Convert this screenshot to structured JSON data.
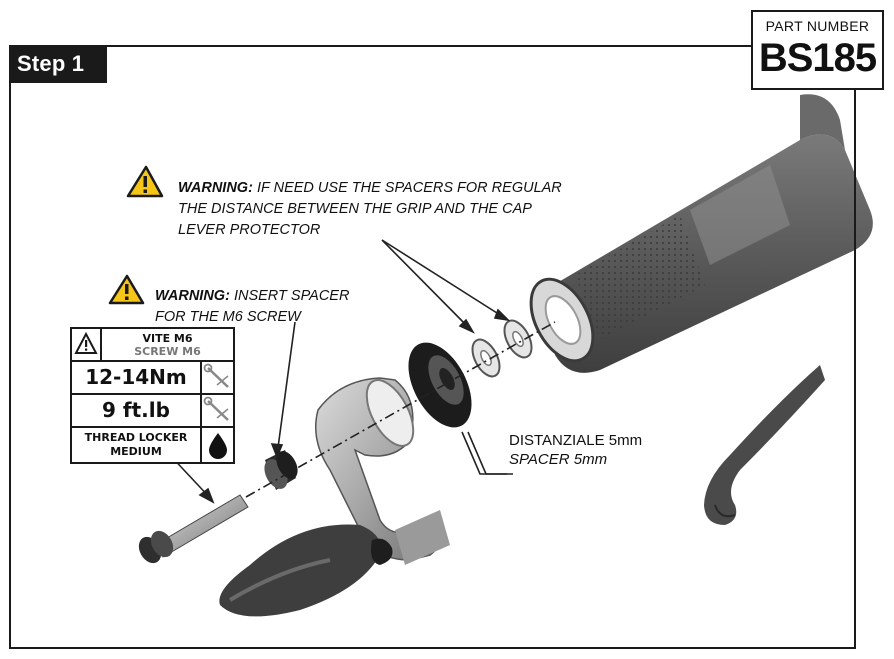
{
  "step": {
    "label": "Step 1"
  },
  "part": {
    "title": "PART NUMBER",
    "code": "BS185"
  },
  "warnings": [
    {
      "keyword": "WARNING:",
      "lines": [
        "IF NEED USE THE SPACERS FOR REGULAR",
        "THE DISTANCE BETWEEN THE GRIP AND THE CAP",
        "LEVER PROTECTOR"
      ]
    },
    {
      "keyword": "WARNING:",
      "lines": [
        "INSERT SPACER",
        "FOR THE M6 SCREW"
      ]
    }
  ],
  "spec": {
    "screw_it": "VITE M6",
    "screw_en": "SCREW M6",
    "torque_nm": "12-14Nm",
    "torque_ftlb": "9 ft.lb",
    "locker_line1": "THREAD LOCKER",
    "locker_line2": "MEDIUM"
  },
  "spacer": {
    "label_it": "DISTANZIALE 5mm",
    "label_en": "SPACER 5mm"
  },
  "icons": {
    "warning": "warning-triangle-icon",
    "screw": "screw-icon",
    "wrench": "wrench-icon",
    "drop": "drop-icon"
  },
  "colors": {
    "warning_yellow": "#f5c518",
    "frame": "#1a1a1a",
    "grip_dark": "#5a5a5a",
    "grip_light": "#c8c8c8"
  }
}
